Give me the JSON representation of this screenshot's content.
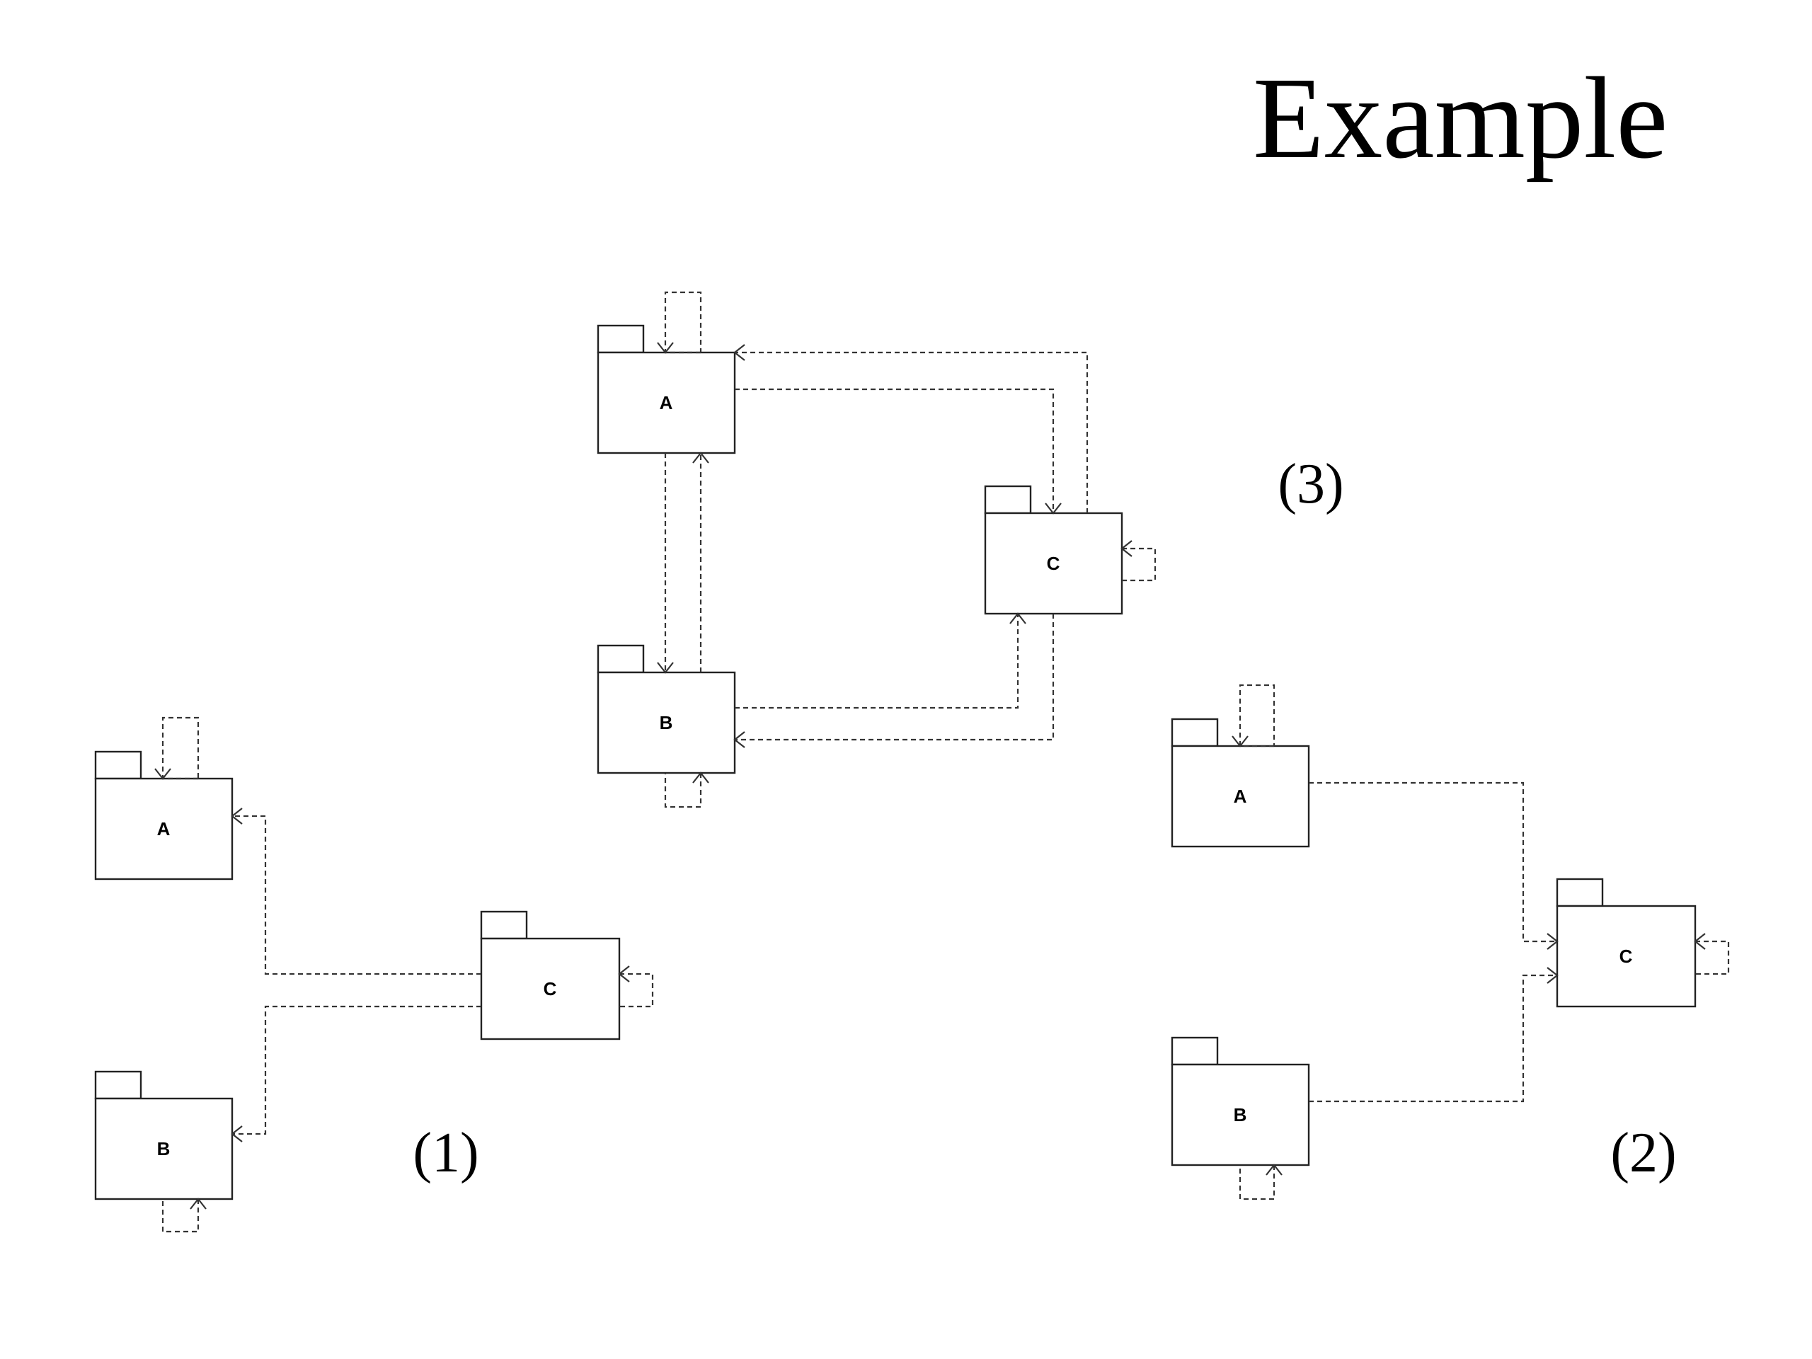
{
  "title": "Example",
  "diagrams": [
    {
      "id": "diagram-1",
      "label": "(1)",
      "packages": [
        {
          "id": "d1-A",
          "name": "A"
        },
        {
          "id": "d1-B",
          "name": "B"
        },
        {
          "id": "d1-C",
          "name": "C"
        }
      ]
    },
    {
      "id": "diagram-2",
      "label": "(2)",
      "packages": [
        {
          "id": "d2-A",
          "name": "A"
        },
        {
          "id": "d2-B",
          "name": "B"
        },
        {
          "id": "d2-C",
          "name": "C"
        }
      ]
    },
    {
      "id": "diagram-3",
      "label": "(3)",
      "packages": [
        {
          "id": "d3-A",
          "name": "A"
        },
        {
          "id": "d3-B",
          "name": "B"
        },
        {
          "id": "d3-C",
          "name": "C"
        }
      ]
    }
  ]
}
